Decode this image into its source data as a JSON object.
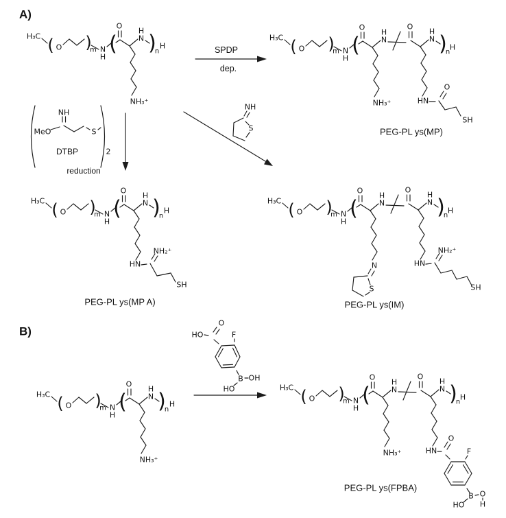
{
  "sections": {
    "a": "A)",
    "b": "B)"
  },
  "atoms": {
    "h3c": "H₃C",
    "o": "O",
    "n_atom": "N",
    "h": "H",
    "nh": "NH",
    "hn": "HN",
    "nh3": "NH₃⁺",
    "nh2": "NH₂⁺",
    "s": "S",
    "sh": "SH",
    "meo": "MeO",
    "f": "F",
    "b": "B",
    "oh": "OH",
    "ho": "HO",
    "m": "m",
    "n": "n",
    "two": "2",
    "lp": "(",
    "rp": ")"
  },
  "reaction_labels": {
    "spdp": "SPDP",
    "dep": "dep.",
    "dtbp": "DTBP",
    "reduction": "reduction"
  },
  "product_labels": {
    "mp": "PEG-PL ys(MP)",
    "mpa": "PEG-PL ys(MP A)",
    "im": "PEG-PL ys(IM)",
    "fpba": "PEG-PL ys(FPBA)"
  }
}
